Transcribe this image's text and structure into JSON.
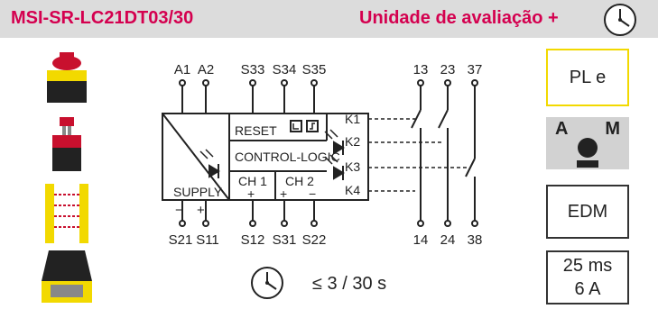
{
  "header": {
    "model": "MSI-SR-LC21DT03/30",
    "title": "Unidade de avaliação +"
  },
  "colors": {
    "accent": "#d4004f",
    "header_bg": "#dcdcdc",
    "safety_yellow": "#f2d900",
    "device_red": "#c8102e"
  },
  "terminals": {
    "top": [
      "A1",
      "A2",
      "S33",
      "S34",
      "S35"
    ],
    "bottom": [
      "S21",
      "S11",
      "S12",
      "S31",
      "S22"
    ],
    "contacts_top": [
      "13",
      "23",
      "37"
    ],
    "contacts_bottom": [
      "14",
      "24",
      "38"
    ],
    "bottom_polarity_minus": "−",
    "bottom_polarity_plus": "+"
  },
  "block": {
    "reset": "RESET",
    "logic": "CONTROL-LOGIC",
    "ch1": "CH 1",
    "ch2": "CH 2",
    "supply": "SUPPLY",
    "plus": "+",
    "minus": "−",
    "k1": "K1",
    "k2": "K2",
    "k3": "K3",
    "k4": "K4"
  },
  "timing": {
    "label": "≤ 3 / 30 s"
  },
  "badges": {
    "pl": "PL e",
    "mode_a": "A",
    "mode_m": "M",
    "edm": "EDM",
    "time": "25 ms",
    "current": "6 A"
  },
  "icons": [
    "clock-icon",
    "emergency-stop-icon",
    "safety-switch-icon",
    "light-curtain-icon",
    "safety-mat-icon"
  ]
}
